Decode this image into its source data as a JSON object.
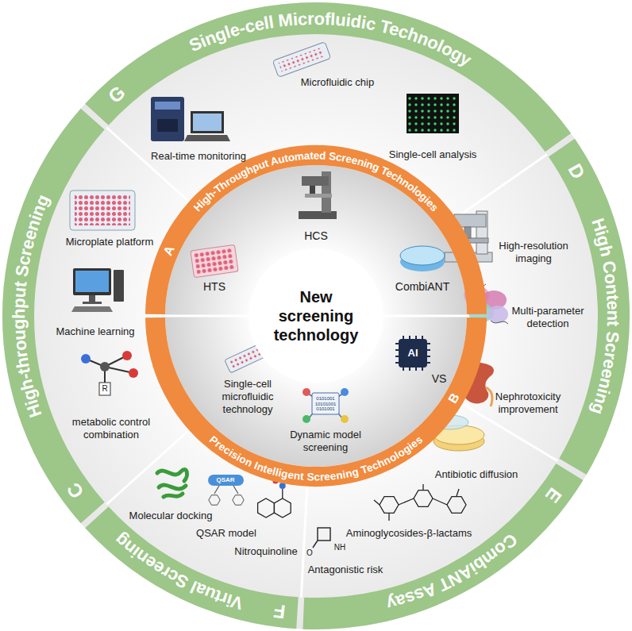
{
  "diagram": {
    "nodes": [
      {
        "text": [
          "G",
          "Single-cell Microfluidic Technology"
        ]
      },
      {
        "text": [
          "D",
          "High Content Screening"
        ]
      },
      {
        "text": [
          "E",
          "CombiANT Assay"
        ]
      },
      {
        "text": [
          "F",
          "Virtual Screening"
        ]
      },
      {
        "text": [
          "C",
          "High-throughput Screening"
        ]
      },
      {
        "text": [
          "A",
          "High-Throughput Automated Screening Technologies"
        ]
      },
      {
        "text": [
          "B",
          "Precision Intelligent Screening Technologies"
        ]
      },
      {
        "text": [
          "New screening technology"
        ]
      }
    ],
    "labels": [
      "Real-time monitoring",
      "Microfluidic chip",
      "Single-cell analysis",
      "High-resolution imaging",
      "Multi-parameter detection",
      "Nephrotoxicity improvement",
      "Antibiotic diffusion",
      "Aminoglycosides-β-lactams",
      "Antagonistic risk",
      "Molecular docking",
      "QSAR",
      "QSAR model",
      "Nitroquinoline",
      "Microplate platform",
      "Machine learning",
      "metabolic control combination",
      "HTS",
      "HCS",
      "CombiANT",
      "Single-cell microfluidic technology",
      "Dynamic model screening",
      "VS",
      "AI",
      "0101001",
      "10101001",
      "0101001",
      "NH",
      "O",
      "R"
    ]
  }
}
